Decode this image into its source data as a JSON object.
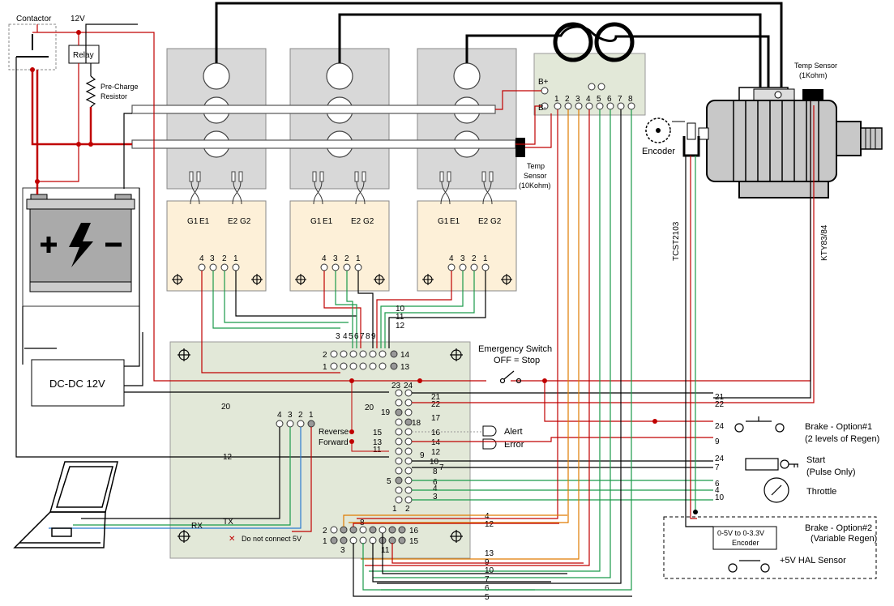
{
  "labels": {
    "contactor": "Contactor",
    "v12": "12V",
    "relay": "Relay",
    "precharge": [
      "Pre-Charge",
      "Resistor"
    ],
    "dcdc": "DC-DC 12V",
    "temp_sensor_small": [
      "Temp",
      "Sensor",
      "(10Kohm)"
    ],
    "temp_sensor_motor": [
      "Temp Sensor",
      "(1Kohm)"
    ],
    "encoder": "Encoder",
    "tcst": "TCST2103",
    "kty": "KTY83/84",
    "emergency": [
      "Emergency Switch",
      "OFF = Stop"
    ],
    "alert": "Alert",
    "error": "Error",
    "reverse": "Reverse",
    "forward": "Forward",
    "brake1": [
      "Brake - Option#1",
      "(2 levels of Regen)"
    ],
    "start": [
      "Start",
      "(Pulse Only)"
    ],
    "throttle": "Throttle",
    "brake2": [
      "Brake - Option#2",
      "(Variable Regen)"
    ],
    "encoder_box": [
      "0-5V to 0-3.3V",
      "Encoder"
    ],
    "hal": "+5V HAL Sensor",
    "tx": "TX",
    "rx": "RX",
    "no5v": "Do not connect 5V",
    "bplus": "B+",
    "bminus": "B-"
  },
  "gate_labels": [
    "G1",
    "E1",
    "E2",
    "G2"
  ],
  "driver_pins": [
    "4",
    "3",
    "2",
    "1"
  ],
  "cs_pins": [
    "1",
    "2",
    "3",
    "4",
    "5",
    "6",
    "7",
    "8"
  ],
  "serial_pins": [
    "4",
    "3",
    "2",
    "1"
  ],
  "upper_conn": {
    "top_row": [
      "3",
      "4",
      "5",
      "6",
      "7",
      "8",
      "9"
    ],
    "left": [
      "2",
      "1"
    ],
    "right": [
      "14",
      "13"
    ],
    "wires": [
      "10",
      "11",
      "12"
    ]
  },
  "main_pins": {
    "p23": "23",
    "p24": "24",
    "p21": "21",
    "p22": "22",
    "p20": "20",
    "p19": "19",
    "p18": "18",
    "p17": "17",
    "p15": "15",
    "p16": "16",
    "p13": "13",
    "p14": "14",
    "p11": "11",
    "p12": "12",
    "p9": "9",
    "p10": "10",
    "p8": "8",
    "p7": "7",
    "p5": "5",
    "p6": "6",
    "p4": "4",
    "p3": "3",
    "p1": "1",
    "p2": "2"
  },
  "lower_conn": {
    "left": [
      "2",
      "1"
    ],
    "p8": "8",
    "p3": "3",
    "p11": "11",
    "right": [
      "16",
      "15"
    ]
  },
  "right_side_wires": [
    "21",
    "22",
    "24",
    "9",
    "24",
    "7",
    "6",
    "4",
    "10"
  ],
  "bottom_wires": [
    "4",
    "12",
    "13",
    "9",
    "10",
    "7",
    "6",
    "5"
  ],
  "colors": {
    "wire_red": "#c00000",
    "wire_orange": "#e07b00",
    "wire_green": "#1a9a4a",
    "wire_blue": "#2b7bd0",
    "module_fill": "#fdf0d8",
    "board_fill": "#e2e8d8",
    "block_fill": "#d8d8d8"
  }
}
